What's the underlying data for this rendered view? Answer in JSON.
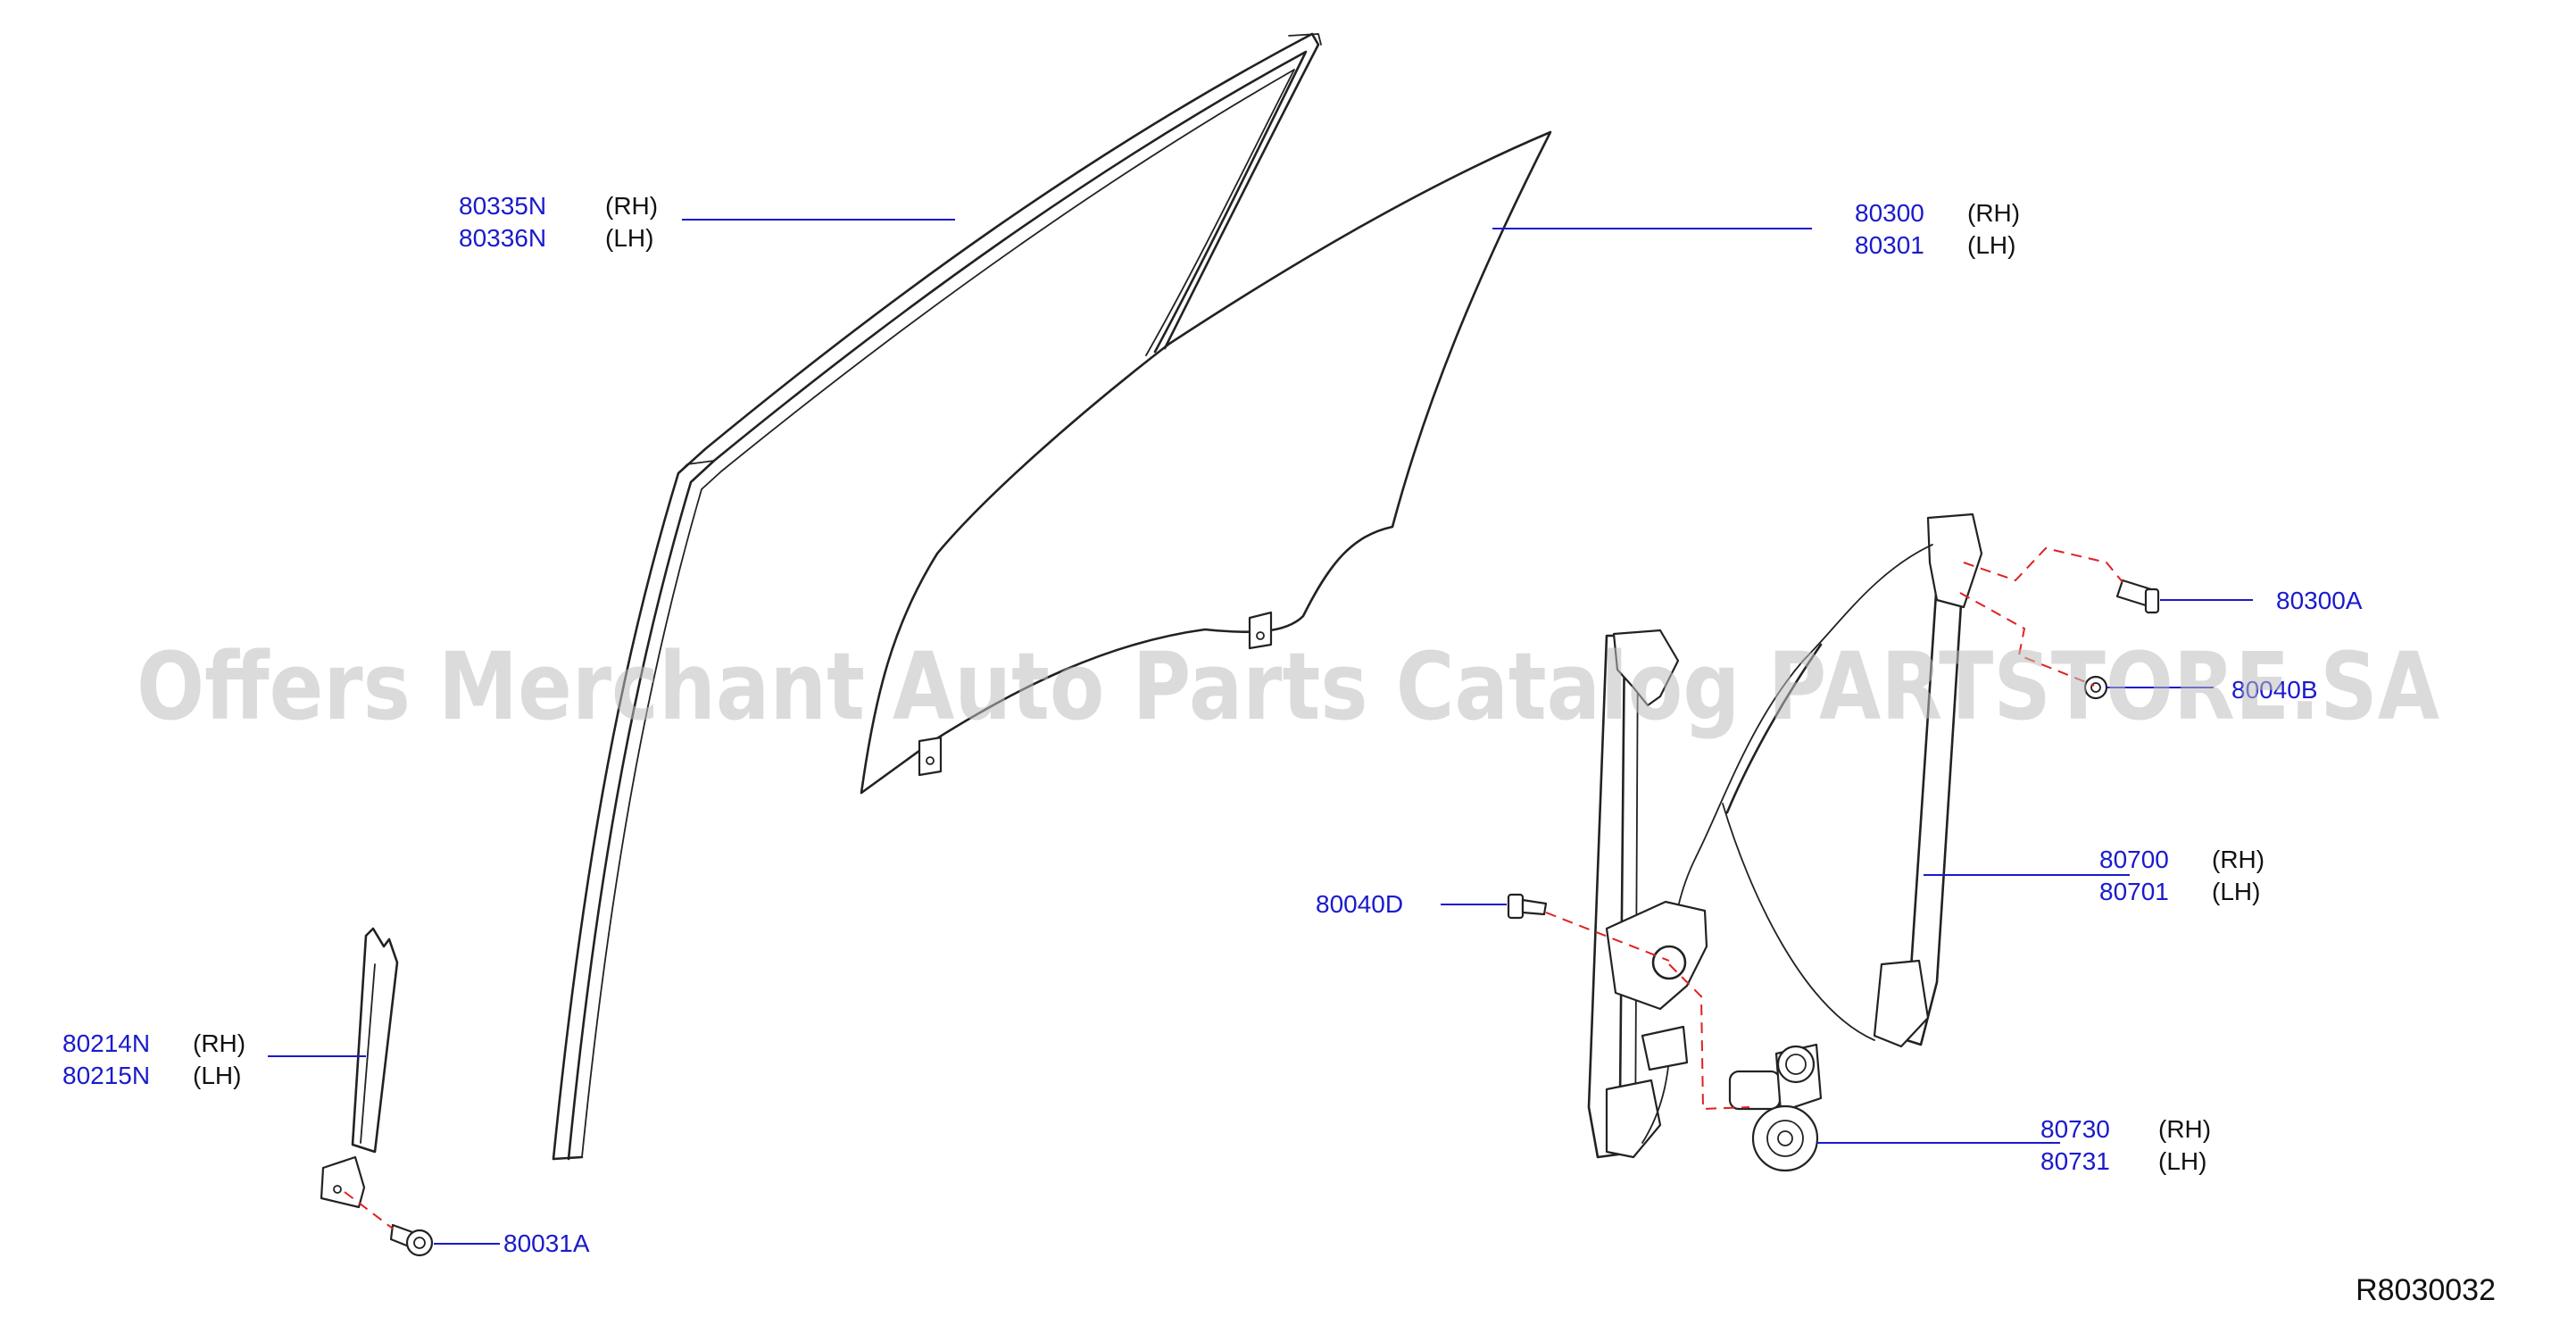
{
  "watermark": "Offers Merchant Auto Parts Catalog PARTSTORE.SA",
  "diagram_id": "R8030032",
  "colors": {
    "part_number": "#1a1acc",
    "leader": "#1a1acc",
    "assembly_dash": "#e02020",
    "outline": "#222222"
  },
  "callouts": {
    "sash_rh": {
      "number": "80335N",
      "side": "(RH)"
    },
    "sash_lh": {
      "number": "80336N",
      "side": "(LH)"
    },
    "glass_rh": {
      "number": "80300",
      "side": "(RH)"
    },
    "glass_lh": {
      "number": "80301",
      "side": "(LH)"
    },
    "bolt_a": {
      "number": "80300A"
    },
    "bolt_b": {
      "number": "80040B"
    },
    "regulator_rh": {
      "number": "80700",
      "side": "(RH)"
    },
    "regulator_lh": {
      "number": "80701",
      "side": "(LH)"
    },
    "bolt_d": {
      "number": "80040D"
    },
    "channel_rh": {
      "number": "80214N",
      "side": "(RH)"
    },
    "channel_lh": {
      "number": "80215N",
      "side": "(LH)"
    },
    "motor_rh": {
      "number": "80730",
      "side": "(RH)"
    },
    "motor_lh": {
      "number": "80731",
      "side": "(LH)"
    },
    "screw_a": {
      "number": "80031A"
    }
  }
}
